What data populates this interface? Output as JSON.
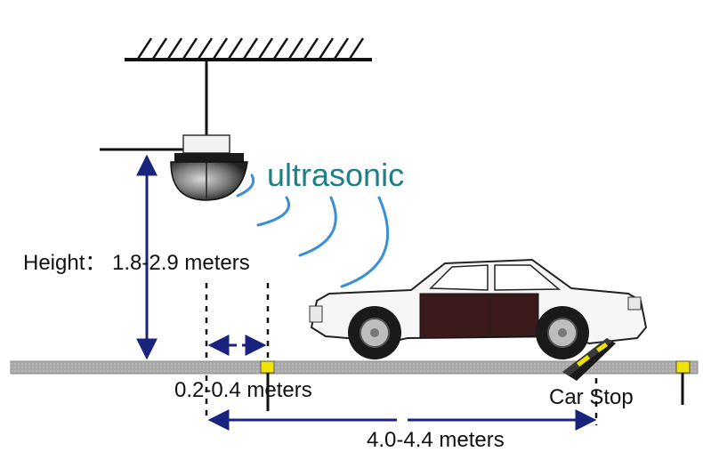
{
  "labels": {
    "ultrasonic": "ultrasonic",
    "height": "Height： 1.8-2.9 meters",
    "gap": "0.2-0.4 meters",
    "car_stop": "Car Stop",
    "distance": "4.0-4.4 meters"
  },
  "colors": {
    "arrow": "#1a237e",
    "wave": "#3b8fd6",
    "ultrasonic_text": "#1f7f86",
    "ground": "#a8a8a8",
    "marker": "#f2e200",
    "car_body": "#f6f6f6",
    "door_panel": "#3a1a1a"
  },
  "icons": [
    "ceiling-hatch-icon",
    "dome-sensor-icon",
    "sound-wave-icon",
    "sedan-car-icon",
    "wheel-stopper-icon",
    "parking-marker-icon"
  ]
}
